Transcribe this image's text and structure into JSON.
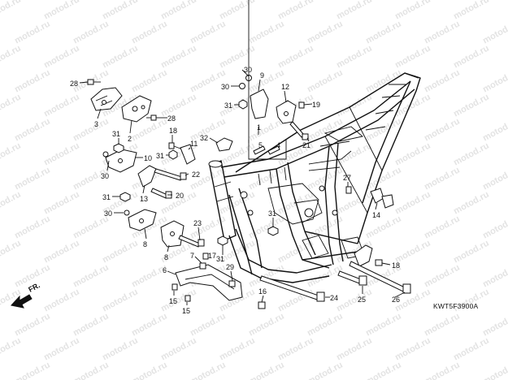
{
  "watermark": "motod.ru",
  "diagram_code": "KWT5F3900A",
  "direction_label": "FR.",
  "callouts": [
    {
      "id": "c28a",
      "label": "28"
    },
    {
      "id": "c3",
      "label": "3"
    },
    {
      "id": "c2",
      "label": "2"
    },
    {
      "id": "c28b",
      "label": "28"
    },
    {
      "id": "c31a",
      "label": "31"
    },
    {
      "id": "c10",
      "label": "10"
    },
    {
      "id": "c30a",
      "label": "30"
    },
    {
      "id": "c13",
      "label": "13"
    },
    {
      "id": "c20",
      "label": "20"
    },
    {
      "id": "c31b",
      "label": "31"
    },
    {
      "id": "c30b",
      "label": "30"
    },
    {
      "id": "c8a",
      "label": "8"
    },
    {
      "id": "c8b",
      "label": "8"
    },
    {
      "id": "c18a",
      "label": "18"
    },
    {
      "id": "c31c",
      "label": "31"
    },
    {
      "id": "c11",
      "label": "11"
    },
    {
      "id": "c22",
      "label": "22"
    },
    {
      "id": "c32",
      "label": "32"
    },
    {
      "id": "c30c",
      "label": "30"
    },
    {
      "id": "c30d",
      "label": "30"
    },
    {
      "id": "c9",
      "label": "9"
    },
    {
      "id": "c31d",
      "label": "31"
    },
    {
      "id": "c12",
      "label": "12"
    },
    {
      "id": "c19",
      "label": "19"
    },
    {
      "id": "c1",
      "label": "1"
    },
    {
      "id": "c5",
      "label": "5"
    },
    {
      "id": "c4",
      "label": "4"
    },
    {
      "id": "c21",
      "label": "21"
    },
    {
      "id": "c27",
      "label": "27"
    },
    {
      "id": "c14",
      "label": "14"
    },
    {
      "id": "c31e",
      "label": "31"
    },
    {
      "id": "c23",
      "label": "23"
    },
    {
      "id": "c7",
      "label": "7"
    },
    {
      "id": "c17",
      "label": "17"
    },
    {
      "id": "c31f",
      "label": "31"
    },
    {
      "id": "c6",
      "label": "6"
    },
    {
      "id": "c29",
      "label": "29"
    },
    {
      "id": "c15a",
      "label": "15"
    },
    {
      "id": "c15b",
      "label": "15"
    },
    {
      "id": "c16",
      "label": "16"
    },
    {
      "id": "c24",
      "label": "24"
    },
    {
      "id": "c25",
      "label": "25"
    },
    {
      "id": "c26",
      "label": "26"
    },
    {
      "id": "c18b",
      "label": "18"
    }
  ]
}
